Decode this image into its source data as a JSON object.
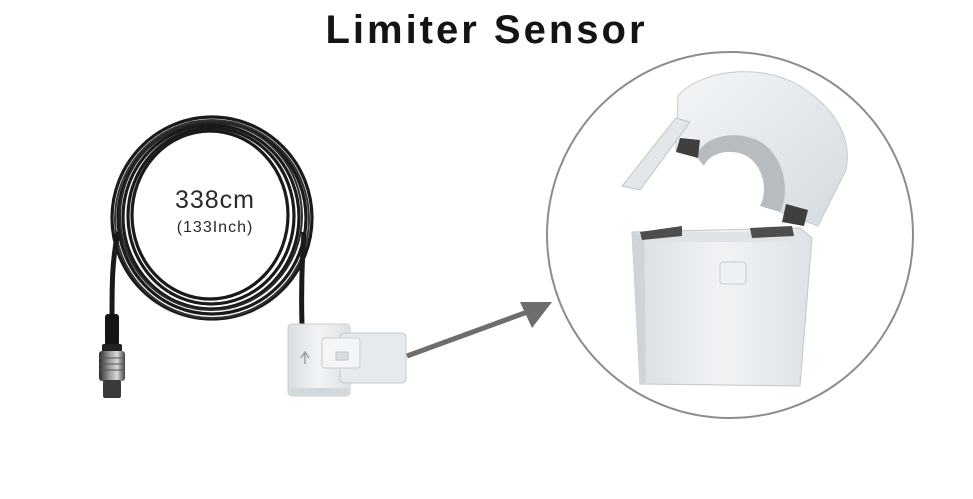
{
  "title": "Limiter Sensor",
  "cable": {
    "length_cm": "338cm",
    "length_inch": "(133Inch)"
  },
  "colors": {
    "cable": "#1a1a1a",
    "sensor_body": "#e8ecef",
    "arrow": "#6d6d6d",
    "zoom_circle": "#8c8c8c"
  }
}
